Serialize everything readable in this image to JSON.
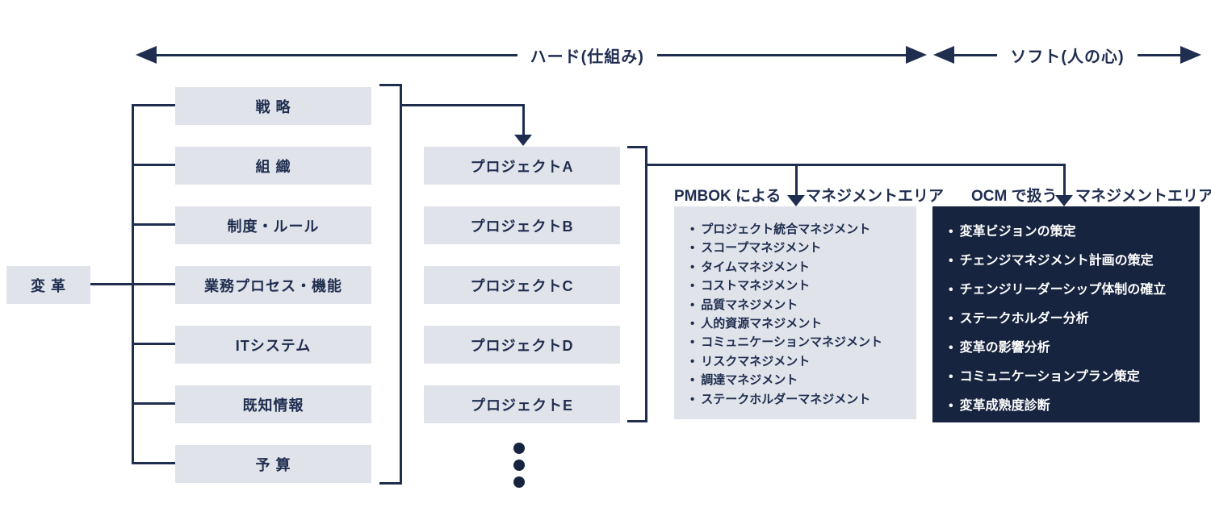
{
  "colors": {
    "navy_line": "#1f2d4f",
    "navy_fill": "#16243f",
    "light_box": "#e0e3ea",
    "background": "#ffffff"
  },
  "header": {
    "hard_label": "ハード(仕組み)",
    "soft_label": "ソフト(人の心)"
  },
  "source": {
    "label": "変 革"
  },
  "elements": [
    "戦 略",
    "組 織",
    "制度・ルール",
    "業務プロセス・機能",
    "ITシステム",
    "既知情報",
    "予 算"
  ],
  "projects": [
    "プロジェクトA",
    "プロジェクトB",
    "プロジェクトC",
    "プロジェクトD",
    "プロジェクトE"
  ],
  "pmbok": {
    "title_left": "PMBOK による",
    "title_right": "マネジメントエリア",
    "items": [
      "プロジェクト統合マネジメント",
      "スコープマネジメント",
      "タイムマネジメント",
      "コストマネジメント",
      "品質マネジメント",
      "人的資源マネジメント",
      "コミュニケーションマネジメント",
      "リスクマネジメント",
      "調達マネジメント",
      "ステークホルダーマネジメント"
    ]
  },
  "ocm": {
    "title_left": "OCM で扱う",
    "title_right": "マネジメントエリア",
    "items": [
      "変革ビジョンの策定",
      "チェンジマネジメント計画の策定",
      "チェンジリーダーシップ体制の確立",
      "ステークホルダー分析",
      "変革の影響分析",
      "コミュニケーションプラン策定",
      "変革成熟度診断"
    ]
  }
}
